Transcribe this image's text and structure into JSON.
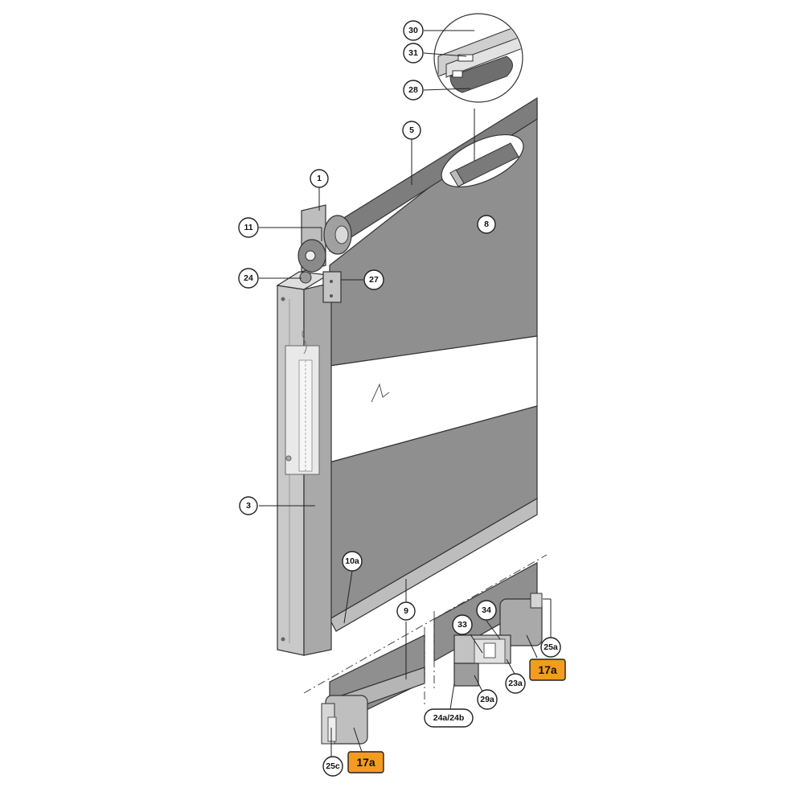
{
  "colors": {
    "curtain": "#8f8f8f",
    "curtain_light": "#a8a8a8",
    "frame": "#c9c9c9",
    "frame_dark": "#9d9d9d",
    "window": "#ffffff",
    "tag_fill": "#f39c1f",
    "outline": "#333333"
  },
  "callouts": {
    "c30": "30",
    "c31": "31",
    "c28": "28",
    "c5": "5",
    "c1": "1",
    "c8": "8",
    "c11": "11",
    "c24": "24",
    "c27": "27",
    "c3": "3",
    "c10a": "10a",
    "c9": "9",
    "c34": "34",
    "c33": "33",
    "c25a": "25a",
    "c23a": "23a",
    "c29a": "29a",
    "c24a24b": "24a/24b",
    "c25c": "25c"
  },
  "tags": {
    "t17a_right": "17a",
    "t17a_left": "17a"
  }
}
